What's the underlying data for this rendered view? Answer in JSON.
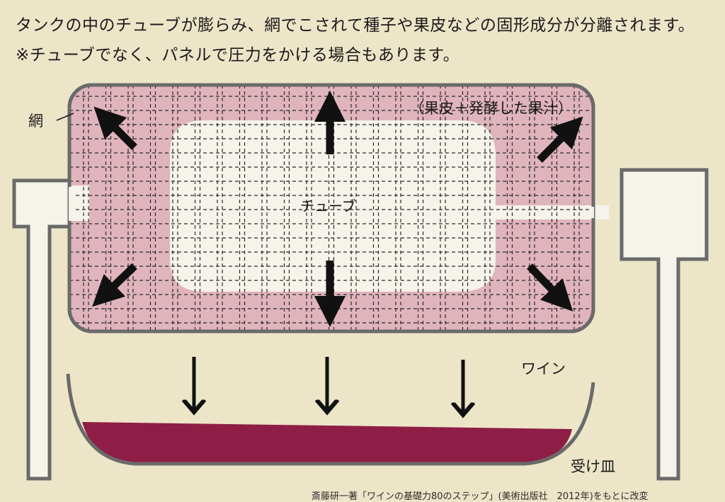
{
  "header": {
    "line1": "タンクの中のチューブが膨らみ、網でこされて種子や果皮などの固形成分が分離されます。",
    "line2": "※チューブでなく、パネルで圧力をかける場合もあります。"
  },
  "labels": {
    "net": "網",
    "skins_juice": "（果皮＋発酵した果汁）",
    "tube": "チューブ",
    "wine": "ワイン",
    "tray": "受け皿"
  },
  "credit": "斎藤研一著「ワインの基礎力80のステップ」(美術出版社　2012年)をもとに改変",
  "colors": {
    "background": "#ede5c8",
    "outline": "#6a6a6a",
    "tank_fill": "#e0b4bd",
    "tube_fill": "#f6f3ea",
    "wine": "#8e1e45",
    "arrow": "#111111"
  }
}
